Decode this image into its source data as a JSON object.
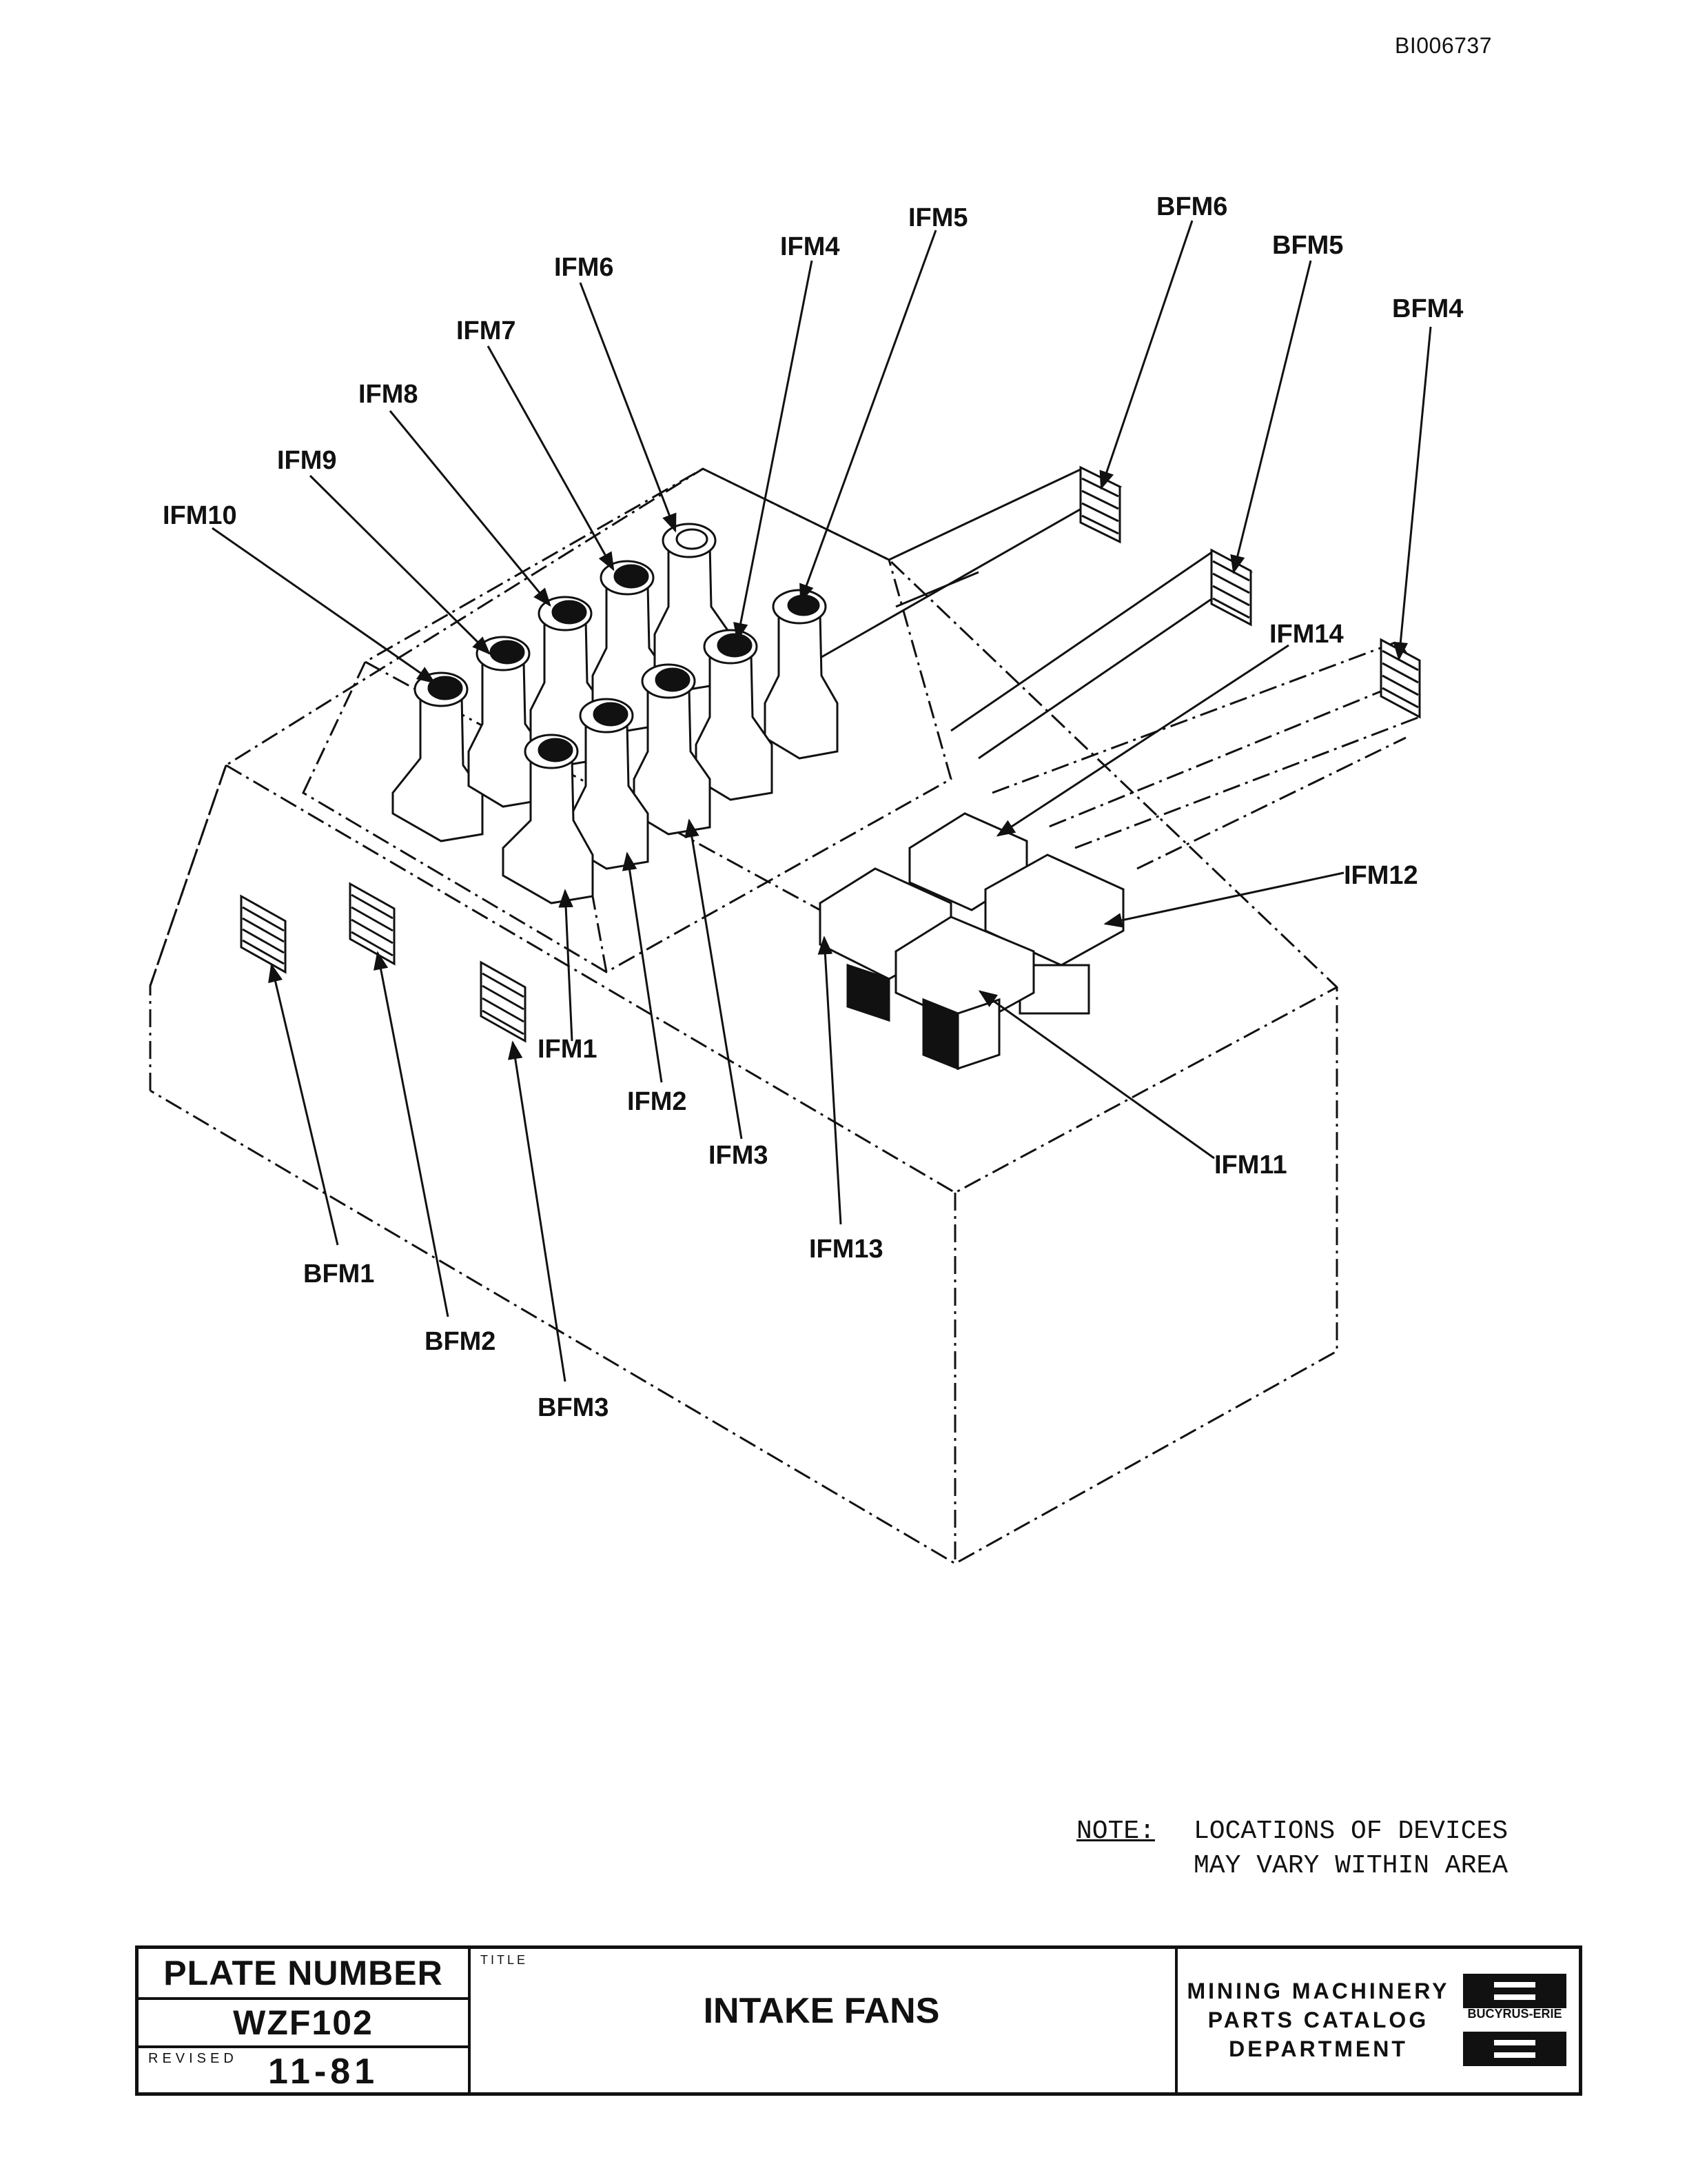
{
  "document_id": "BI006737",
  "diagram": {
    "callouts": {
      "IFM1": "IFM1",
      "IFM2": "IFM2",
      "IFM3": "IFM3",
      "IFM4": "IFM4",
      "IFM5": "IFM5",
      "IFM6": "IFM6",
      "IFM7": "IFM7",
      "IFM8": "IFM8",
      "IFM9": "IFM9",
      "IFM10": "IFM10",
      "IFM11": "IFM11",
      "IFM12": "IFM12",
      "IFM13": "IFM13",
      "IFM14": "IFM14",
      "BFM1": "BFM1",
      "BFM2": "BFM2",
      "BFM3": "BFM3",
      "BFM4": "BFM4",
      "BFM5": "BFM5",
      "BFM6": "BFM6"
    }
  },
  "note": {
    "label": "NOTE:",
    "line1": "LOCATIONS OF DEVICES",
    "line2": "MAY VARY WITHIN AREA"
  },
  "title_block": {
    "plate_label": "PLATE NUMBER",
    "plate_number": "WZF102",
    "revised_label": "REVISED",
    "revised_value": "11-81",
    "title_label": "TITLE",
    "title": "INTAKE FANS",
    "dept_line1": "MINING MACHINERY",
    "dept_line2": "PARTS CATALOG",
    "dept_line3": "DEPARTMENT",
    "logo_text": "BUCYRUS-ERIE"
  }
}
